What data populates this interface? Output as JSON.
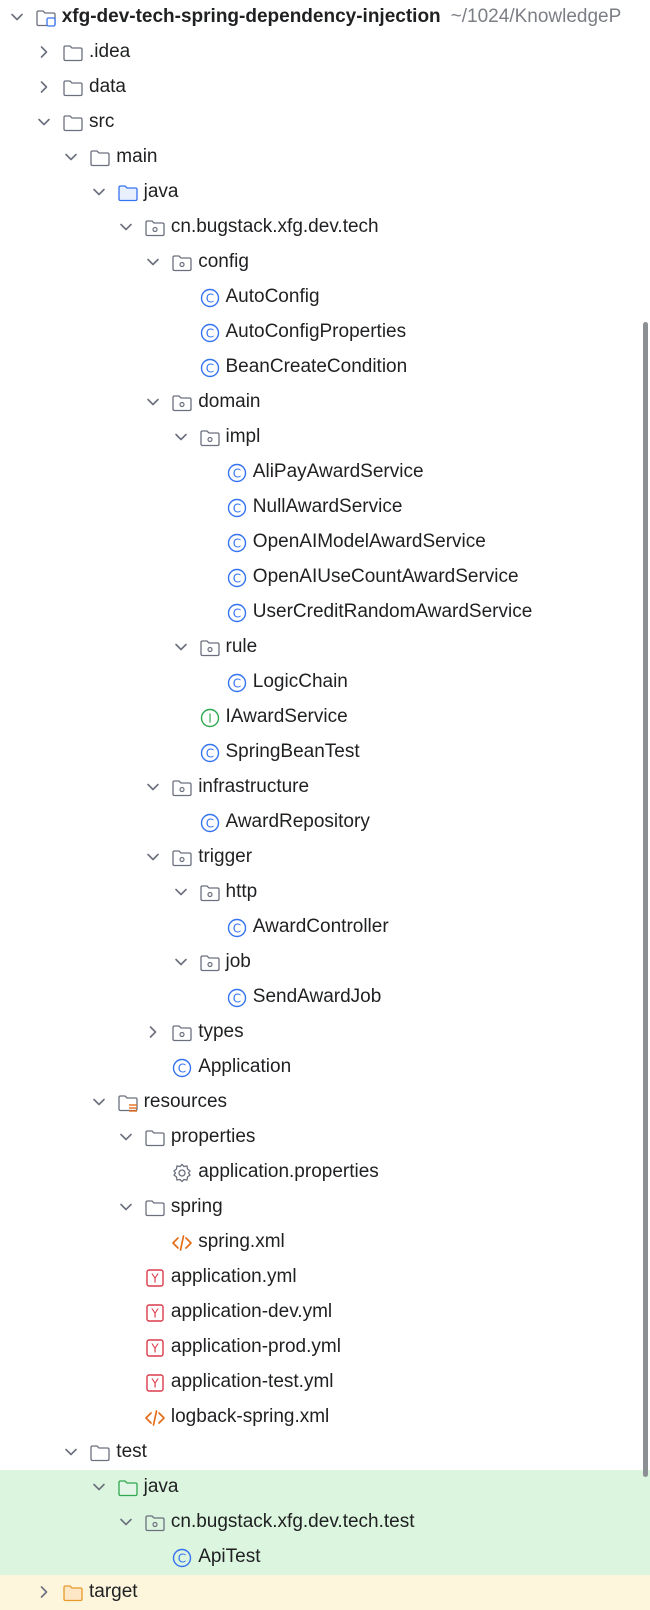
{
  "colors": {
    "background": "#ffffff",
    "text": "#1f2022",
    "muted_text": "#7b7e84",
    "folder_gray": "#6c707e",
    "java_blue": "#3574f0",
    "class_blue": "#3574f0",
    "interface_green": "#2fa84f",
    "test_green": "#2fa84f",
    "yaml_red": "#db3b4b",
    "xml_orange": "#e66d17",
    "target_orange": "#e69a2a",
    "test_row_bg": "#dcf5df",
    "excluded_row_bg": "#fdf6dc"
  },
  "tree": [
    {
      "label": "xfg-dev-tech-spring-dependency-injection",
      "hint": "~/1024/KnowledgeP",
      "bold": true,
      "level": 0,
      "icon": "module-folder-icon",
      "toggle": "expanded"
    },
    {
      "label": ".idea",
      "level": 1,
      "icon": "folder-icon",
      "toggle": "collapsed"
    },
    {
      "label": "data",
      "level": 1,
      "icon": "folder-icon",
      "toggle": "collapsed"
    },
    {
      "label": "src",
      "level": 1,
      "icon": "folder-icon",
      "toggle": "expanded"
    },
    {
      "label": "main",
      "level": 2,
      "icon": "folder-icon",
      "toggle": "expanded"
    },
    {
      "label": "java",
      "level": 3,
      "icon": "source-root-icon",
      "toggle": "expanded"
    },
    {
      "label": "cn.bugstack.xfg.dev.tech",
      "level": 4,
      "icon": "package-icon",
      "toggle": "expanded"
    },
    {
      "label": "config",
      "level": 5,
      "icon": "package-icon",
      "toggle": "expanded"
    },
    {
      "label": "AutoConfig",
      "level": 6,
      "icon": "class-icon"
    },
    {
      "label": "AutoConfigProperties",
      "level": 6,
      "icon": "class-icon"
    },
    {
      "label": "BeanCreateCondition",
      "level": 6,
      "icon": "class-icon"
    },
    {
      "label": "domain",
      "level": 5,
      "icon": "package-icon",
      "toggle": "expanded"
    },
    {
      "label": "impl",
      "level": 6,
      "icon": "package-icon",
      "toggle": "expanded"
    },
    {
      "label": "AliPayAwardService",
      "level": 7,
      "icon": "class-icon"
    },
    {
      "label": "NullAwardService",
      "level": 7,
      "icon": "class-icon"
    },
    {
      "label": "OpenAIModelAwardService",
      "level": 7,
      "icon": "class-icon"
    },
    {
      "label": "OpenAIUseCountAwardService",
      "level": 7,
      "icon": "class-icon"
    },
    {
      "label": "UserCreditRandomAwardService",
      "level": 7,
      "icon": "class-icon"
    },
    {
      "label": "rule",
      "level": 6,
      "icon": "package-icon",
      "toggle": "expanded"
    },
    {
      "label": "LogicChain",
      "level": 7,
      "icon": "class-icon"
    },
    {
      "label": "IAwardService",
      "level": 6,
      "icon": "interface-icon"
    },
    {
      "label": "SpringBeanTest",
      "level": 6,
      "icon": "class-icon"
    },
    {
      "label": "infrastructure",
      "level": 5,
      "icon": "package-icon",
      "toggle": "expanded"
    },
    {
      "label": "AwardRepository",
      "level": 6,
      "icon": "class-icon"
    },
    {
      "label": "trigger",
      "level": 5,
      "icon": "package-icon",
      "toggle": "expanded"
    },
    {
      "label": "http",
      "level": 6,
      "icon": "package-icon",
      "toggle": "expanded"
    },
    {
      "label": "AwardController",
      "level": 7,
      "icon": "class-icon"
    },
    {
      "label": "job",
      "level": 6,
      "icon": "package-icon",
      "toggle": "expanded"
    },
    {
      "label": "SendAwardJob",
      "level": 7,
      "icon": "class-icon"
    },
    {
      "label": "types",
      "level": 5,
      "icon": "package-icon",
      "toggle": "collapsed"
    },
    {
      "label": "Application",
      "level": 5,
      "icon": "class-icon"
    },
    {
      "label": "resources",
      "level": 3,
      "icon": "resources-root-icon",
      "toggle": "expanded"
    },
    {
      "label": "properties",
      "level": 4,
      "icon": "folder-icon",
      "toggle": "expanded"
    },
    {
      "label": "application.properties",
      "level": 5,
      "icon": "gear-icon"
    },
    {
      "label": "spring",
      "level": 4,
      "icon": "folder-icon",
      "toggle": "expanded"
    },
    {
      "label": "spring.xml",
      "level": 5,
      "icon": "xml-icon"
    },
    {
      "label": "application.yml",
      "level": 4,
      "icon": "yaml-icon"
    },
    {
      "label": "application-dev.yml",
      "level": 4,
      "icon": "yaml-icon"
    },
    {
      "label": "application-prod.yml",
      "level": 4,
      "icon": "yaml-icon"
    },
    {
      "label": "application-test.yml",
      "level": 4,
      "icon": "yaml-icon"
    },
    {
      "label": "logback-spring.xml",
      "level": 4,
      "icon": "xml-icon"
    },
    {
      "label": "test",
      "level": 2,
      "icon": "folder-icon",
      "toggle": "expanded"
    },
    {
      "label": "java",
      "level": 3,
      "icon": "test-root-icon",
      "toggle": "expanded",
      "highlight": "green"
    },
    {
      "label": "cn.bugstack.xfg.dev.tech.test",
      "level": 4,
      "icon": "package-icon",
      "toggle": "expanded",
      "highlight": "green"
    },
    {
      "label": "ApiTest",
      "level": 5,
      "icon": "class-icon",
      "highlight": "green"
    },
    {
      "label": "target",
      "level": 1,
      "icon": "excluded-folder-icon",
      "toggle": "collapsed",
      "highlight": "yellow"
    }
  ]
}
